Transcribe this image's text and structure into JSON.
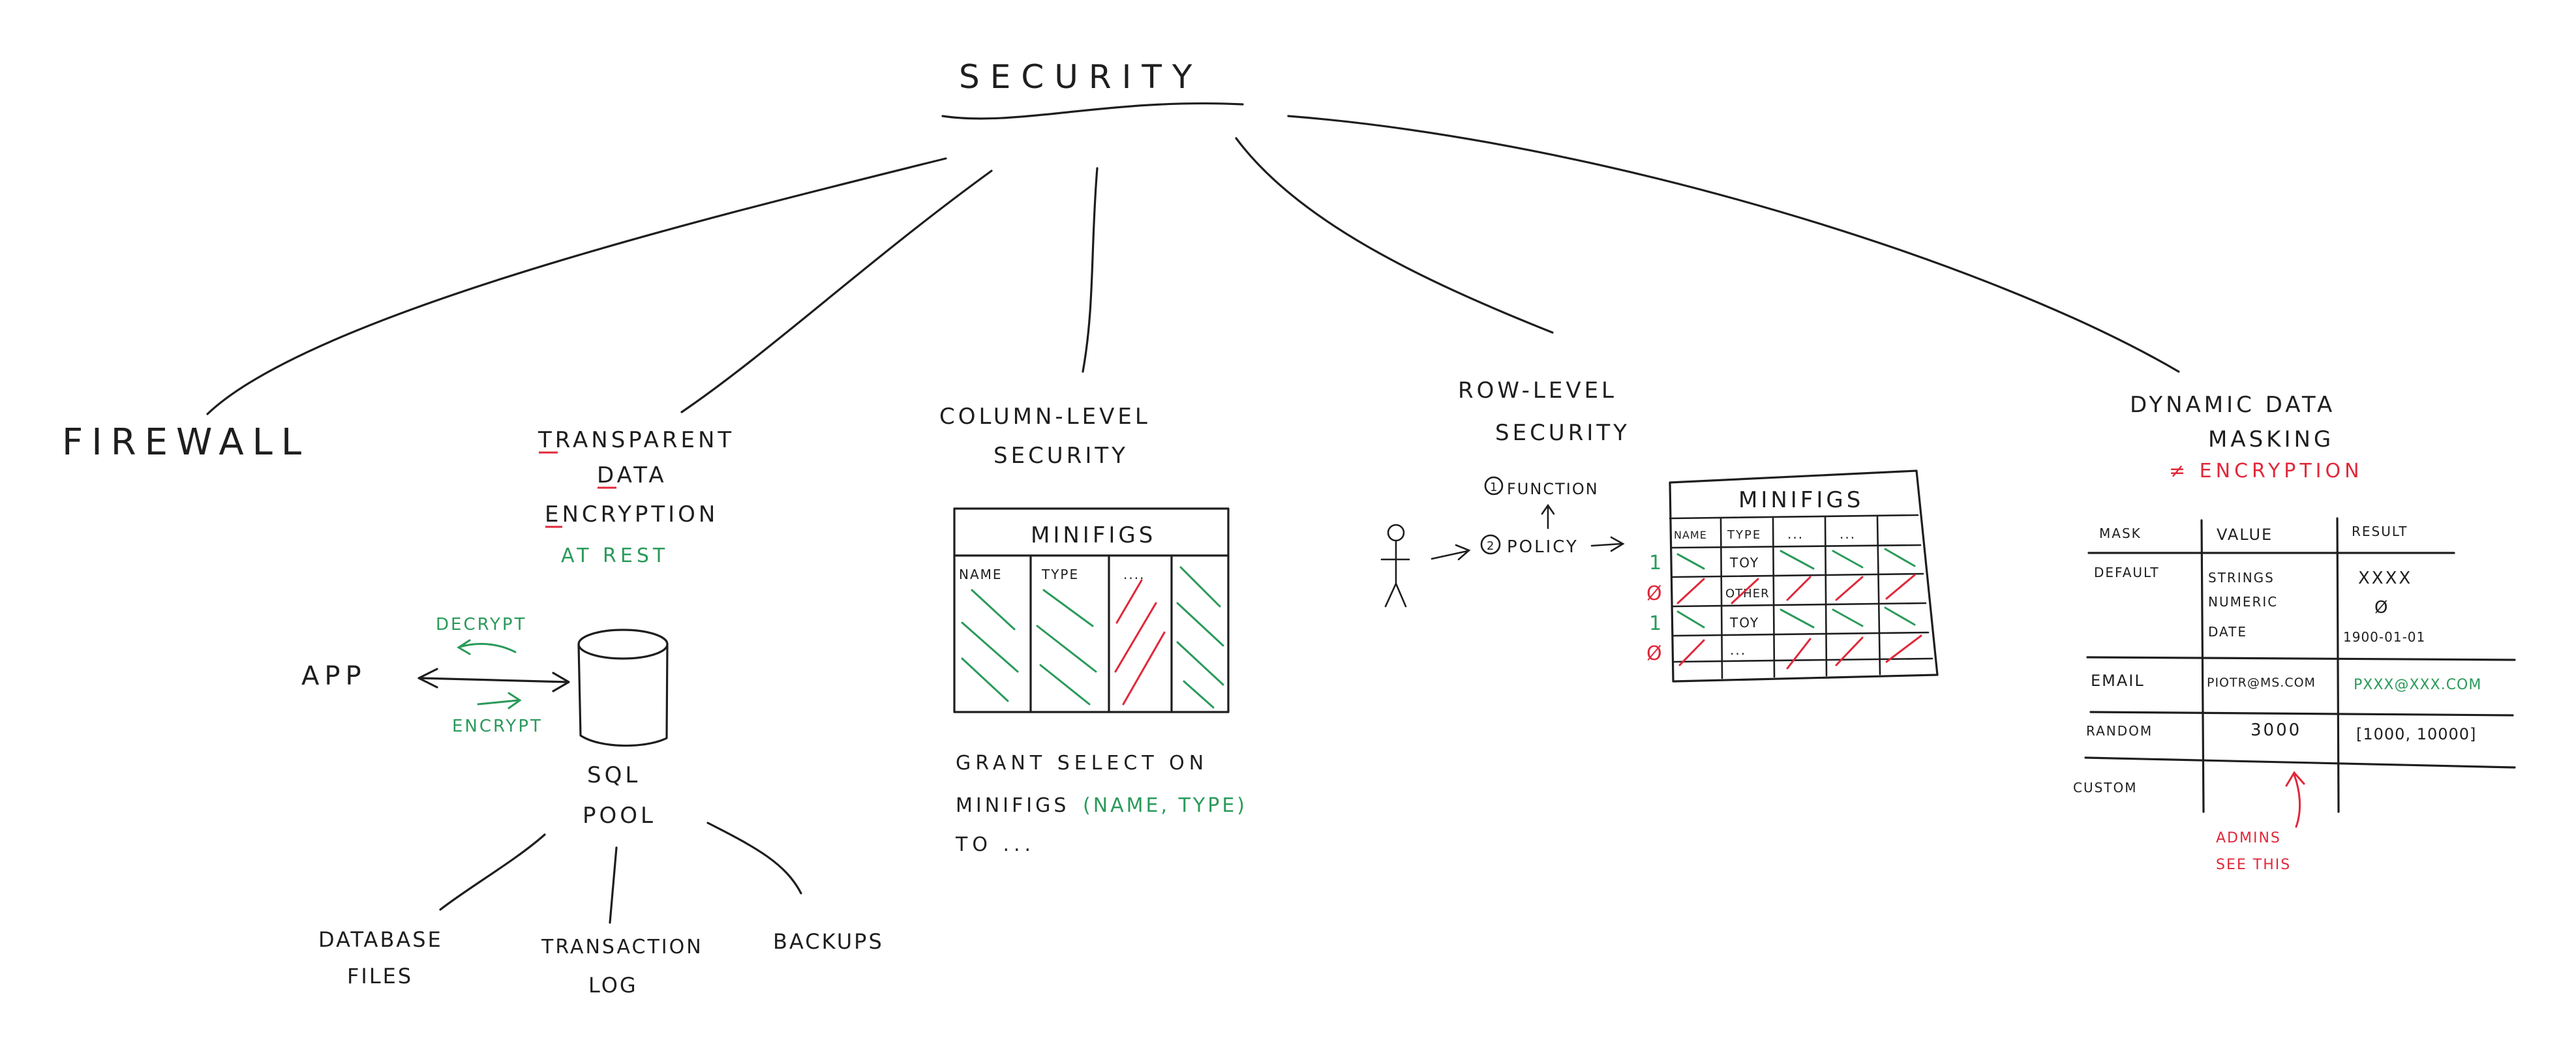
{
  "colors": {
    "ink": "#1e1e1e",
    "green": "#2a9a5a",
    "red": "#e0283a"
  },
  "root": {
    "title": "SECURITY"
  },
  "firewall": {
    "label": "FIREWALL"
  },
  "tde": {
    "line1": "TRANSPARENT",
    "line2": "DATA",
    "line3": "ENCRYPTION",
    "note": "AT  REST",
    "app": "APP",
    "decrypt": "DECRYPT",
    "encrypt": "ENCRYPT",
    "pool_line1": "SQL",
    "pool_line2": "POOL",
    "children": [
      "DATABASE",
      "FILES",
      "TRANSACTION",
      "LOG",
      "BACKUPS"
    ]
  },
  "cls": {
    "title1": "COLUMN-LEVEL",
    "title2": "SECURITY",
    "table_title": "MINIFIGS",
    "columns": [
      "NAME",
      "TYPE",
      "...."
    ],
    "grant1": "GRANT SELECT ON",
    "grant2a": "MINIFIGS",
    "grant2b": "(NAME, TYPE)",
    "grant3": "TO ..."
  },
  "rls": {
    "title1": "ROW-LEVEL",
    "title2": "SECURITY",
    "function": "FUNCTION",
    "policy": "POLICY",
    "n1": "1",
    "n2": "2",
    "table_title": "MINIFIGS",
    "columns": [
      "NAME",
      "TYPE",
      "...",
      "..."
    ],
    "rows": [
      "TOY",
      "OTHER",
      "TOY",
      "..."
    ],
    "flags": [
      "1",
      "Ø",
      "1",
      "Ø"
    ]
  },
  "ddm": {
    "title1": "DYNAMIC DATA",
    "title2": "MASKING",
    "note": "≠ ENCRYPTION",
    "headers": [
      "MASK",
      "VALUE",
      "RESULT"
    ],
    "default_label": "DEFAULT",
    "default_values": [
      "STRINGS",
      "NUMERIC",
      "DATE"
    ],
    "default_results": [
      "XXXX",
      "Ø",
      "1900-01-01"
    ],
    "email_label": "EMAIL",
    "email_value": "PIOTR@MS.COM",
    "email_result": "PXXX@XXX.COM",
    "random_label": "RANDOM",
    "random_value": "3000",
    "random_result": "[1000, 10000]",
    "custom_label": "CUSTOM",
    "admins1": "ADMINS",
    "admins2": "SEE  THIS"
  }
}
